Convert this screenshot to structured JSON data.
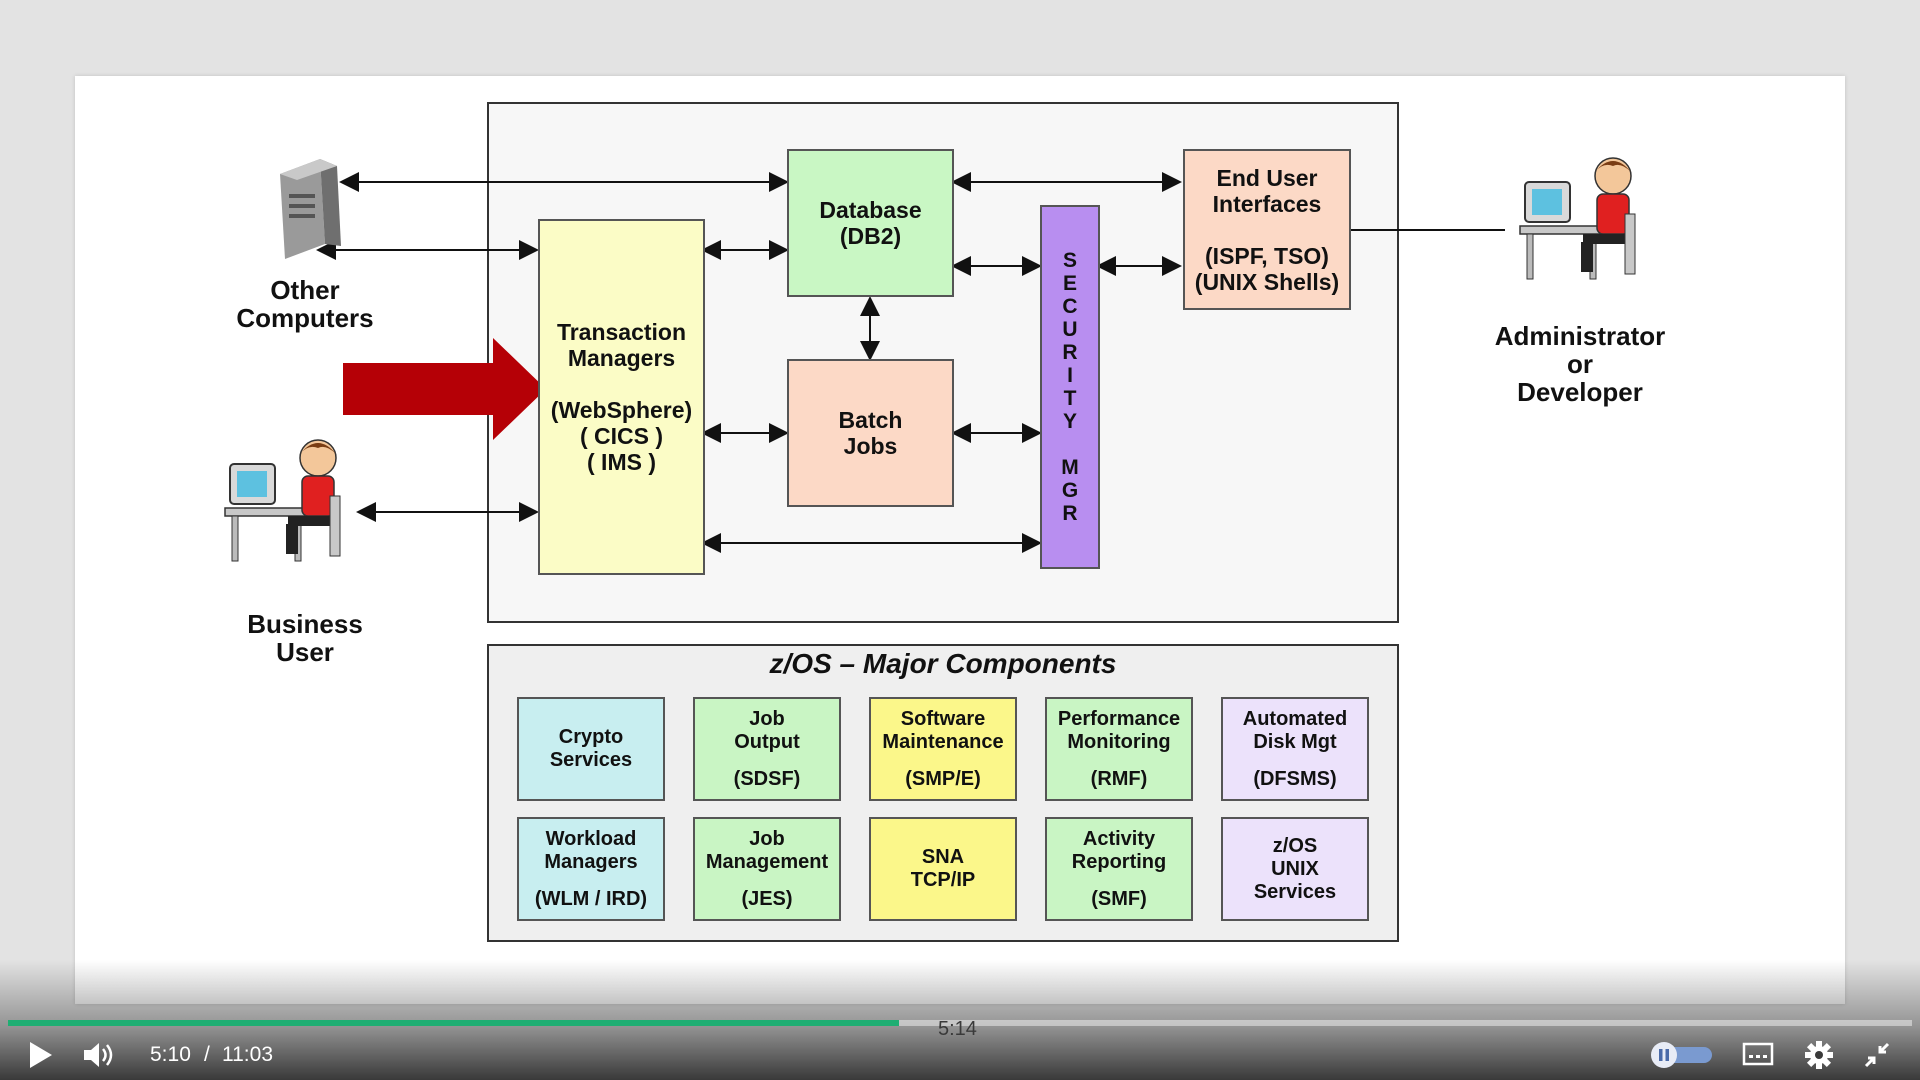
{
  "diagram": {
    "other_computers": [
      "Other",
      "Computers"
    ],
    "business_user": [
      "Business",
      "User"
    ],
    "administrator": [
      "Administrator",
      "or",
      "Developer"
    ],
    "transaction_managers": [
      "Transaction",
      "Managers",
      "",
      "(WebSphere)",
      "( CICS )",
      "( IMS )"
    ],
    "database": [
      "Database",
      "(DB2)"
    ],
    "batch_jobs": [
      "Batch",
      "Jobs"
    ],
    "security_mgr": "SECURITY MGR",
    "end_user_interfaces": [
      "End User",
      "Interfaces",
      "",
      "(ISPF, TSO)",
      "(UNIX Shells)"
    ],
    "components_title": "z/OS – Major Components",
    "components": [
      {
        "lines": [
          "Crypto",
          "Services"
        ],
        "sub": "",
        "color": "#c8eef0"
      },
      {
        "lines": [
          "Job",
          "Output"
        ],
        "sub": "(SDSF)",
        "color": "#c9f5c4"
      },
      {
        "lines": [
          "Software",
          "Maintenance"
        ],
        "sub": "(SMP/E)",
        "color": "#fbf78a"
      },
      {
        "lines": [
          "Performance",
          "Monitoring"
        ],
        "sub": "(RMF)",
        "color": "#c9f5c4"
      },
      {
        "lines": [
          "Automated",
          "Disk Mgt"
        ],
        "sub": "(DFSMS)",
        "color": "#ece2fb"
      },
      {
        "lines": [
          "Workload",
          "Managers"
        ],
        "sub": "(WLM / IRD)",
        "color": "#c8eef0"
      },
      {
        "lines": [
          "Job",
          "Management"
        ],
        "sub": "(JES)",
        "color": "#c9f5c4"
      },
      {
        "lines": [
          "SNA",
          "TCP/IP"
        ],
        "sub": "",
        "color": "#fbf78a"
      },
      {
        "lines": [
          "Activity",
          "Reporting"
        ],
        "sub": "(SMF)",
        "color": "#c9f5c4"
      },
      {
        "lines": [
          "z/OS",
          "UNIX",
          "Services"
        ],
        "sub": "",
        "color": "#ece2fb"
      }
    ],
    "colors": {
      "transaction": "#fbfcc6",
      "database": "#c9f7c4",
      "batch": "#fcd9c6",
      "security": "#b88ef0",
      "enduser": "#fcd9c6",
      "arrow": "#b50006"
    }
  },
  "player": {
    "current_time": "5:10",
    "separator": "/",
    "duration": "11:03",
    "hover_time": "5:14",
    "progress": 0.468
  },
  "icons": {
    "play": "play-icon",
    "volume": "volume-icon",
    "pause_toggle": "pause-toggle-icon",
    "captions": "captions-icon",
    "settings": "gear-icon",
    "exit_fullscreen": "exit-fullscreen-icon"
  }
}
